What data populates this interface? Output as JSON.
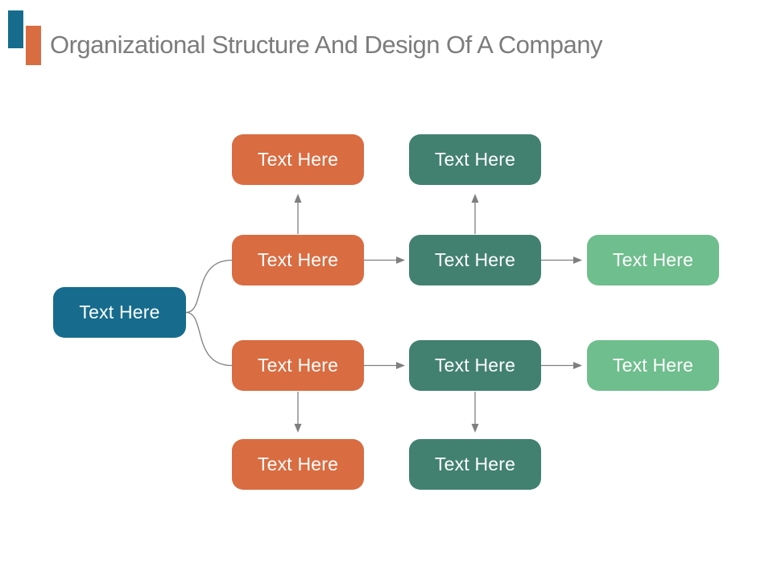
{
  "slide": {
    "title": "Organizational Structure And Design Of A Company"
  },
  "colors": {
    "root_color": "#176C8D",
    "level1_color": "#D96C41",
    "level2_color": "#428170",
    "level3_color": "#6FBE8D",
    "connector_color": "#7F7F7F",
    "title_color": "#7C7C7C",
    "node_text_color": "#FFFFFF"
  },
  "diagram": {
    "root": {
      "label": "Text Here"
    },
    "nodes": [
      {
        "id": "level1-row1",
        "label": "Text Here"
      },
      {
        "id": "level2-row1",
        "label": "Text Here"
      },
      {
        "id": "level1-row2",
        "label": "Text Here"
      },
      {
        "id": "level2-row2",
        "label": "Text Here"
      },
      {
        "id": "level3-row2",
        "label": "Text Here"
      },
      {
        "id": "level1-row3",
        "label": "Text Here"
      },
      {
        "id": "level2-row3",
        "label": "Text Here"
      },
      {
        "id": "level3-row3",
        "label": "Text Here"
      },
      {
        "id": "level1-row4",
        "label": "Text Here"
      },
      {
        "id": "level2-row4",
        "label": "Text Here"
      }
    ]
  }
}
